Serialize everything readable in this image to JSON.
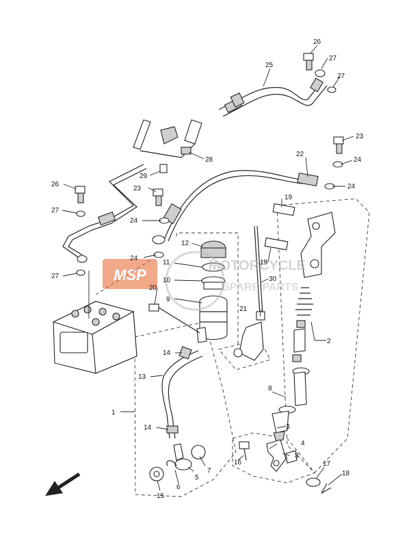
{
  "diagram": {
    "callouts": [
      {
        "id": "c1",
        "text": "1"
      },
      {
        "id": "c2",
        "text": "2"
      },
      {
        "id": "c3a",
        "text": "3"
      },
      {
        "id": "c3b",
        "text": "3"
      },
      {
        "id": "c4",
        "text": "4"
      },
      {
        "id": "c5",
        "text": "5"
      },
      {
        "id": "c6",
        "text": "6"
      },
      {
        "id": "c7",
        "text": "7"
      },
      {
        "id": "c8",
        "text": "8"
      },
      {
        "id": "c9",
        "text": "9"
      },
      {
        "id": "c10",
        "text": "10"
      },
      {
        "id": "c11",
        "text": "11"
      },
      {
        "id": "c12",
        "text": "12"
      },
      {
        "id": "c13",
        "text": "13"
      },
      {
        "id": "c14a",
        "text": "14"
      },
      {
        "id": "c14b",
        "text": "14"
      },
      {
        "id": "c15",
        "text": "15"
      },
      {
        "id": "c16",
        "text": "16"
      },
      {
        "id": "c17",
        "text": "17"
      },
      {
        "id": "c18",
        "text": "18"
      },
      {
        "id": "c19a",
        "text": "19"
      },
      {
        "id": "c19b",
        "text": "19"
      },
      {
        "id": "c20",
        "text": "20"
      },
      {
        "id": "c21",
        "text": "21"
      },
      {
        "id": "c22",
        "text": "22"
      },
      {
        "id": "c23a",
        "text": "23"
      },
      {
        "id": "c23b",
        "text": "23"
      },
      {
        "id": "c24a",
        "text": "24"
      },
      {
        "id": "c24b",
        "text": "24"
      },
      {
        "id": "c24c",
        "text": "24"
      },
      {
        "id": "c24d",
        "text": "24"
      },
      {
        "id": "c25",
        "text": "25"
      },
      {
        "id": "c26a",
        "text": "26"
      },
      {
        "id": "c26b",
        "text": "26"
      },
      {
        "id": "c27a",
        "text": "27"
      },
      {
        "id": "c27b",
        "text": "27"
      },
      {
        "id": "c27c",
        "text": "27"
      },
      {
        "id": "c27d",
        "text": "27"
      },
      {
        "id": "c28",
        "text": "28"
      },
      {
        "id": "c29",
        "text": "29"
      },
      {
        "id": "c30",
        "text": "30"
      }
    ]
  },
  "watermark": {
    "logo_text": "MSP",
    "line1": "MOTORCYCLE",
    "line2": "SPARE PARTS",
    "color": "#e8632b"
  },
  "colors": {
    "ink": "#222222",
    "paper": "#ffffff"
  }
}
